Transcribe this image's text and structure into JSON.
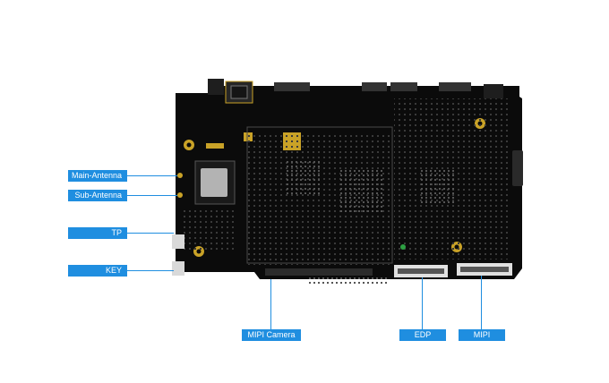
{
  "callouts": {
    "main_antenna": "Main-Antenna",
    "sub_antenna": "Sub-Antenna",
    "tp": "TP",
    "key": "KEY",
    "mipi_camera": "MIPI Camera",
    "edp": "EDP",
    "mipi": "MIPI"
  },
  "colors": {
    "label_bg": "#1f8ee0",
    "label_text": "#ffffff",
    "board": "#0b0b0b",
    "gold_pad": "#c9a227",
    "background": "#ffffff"
  }
}
